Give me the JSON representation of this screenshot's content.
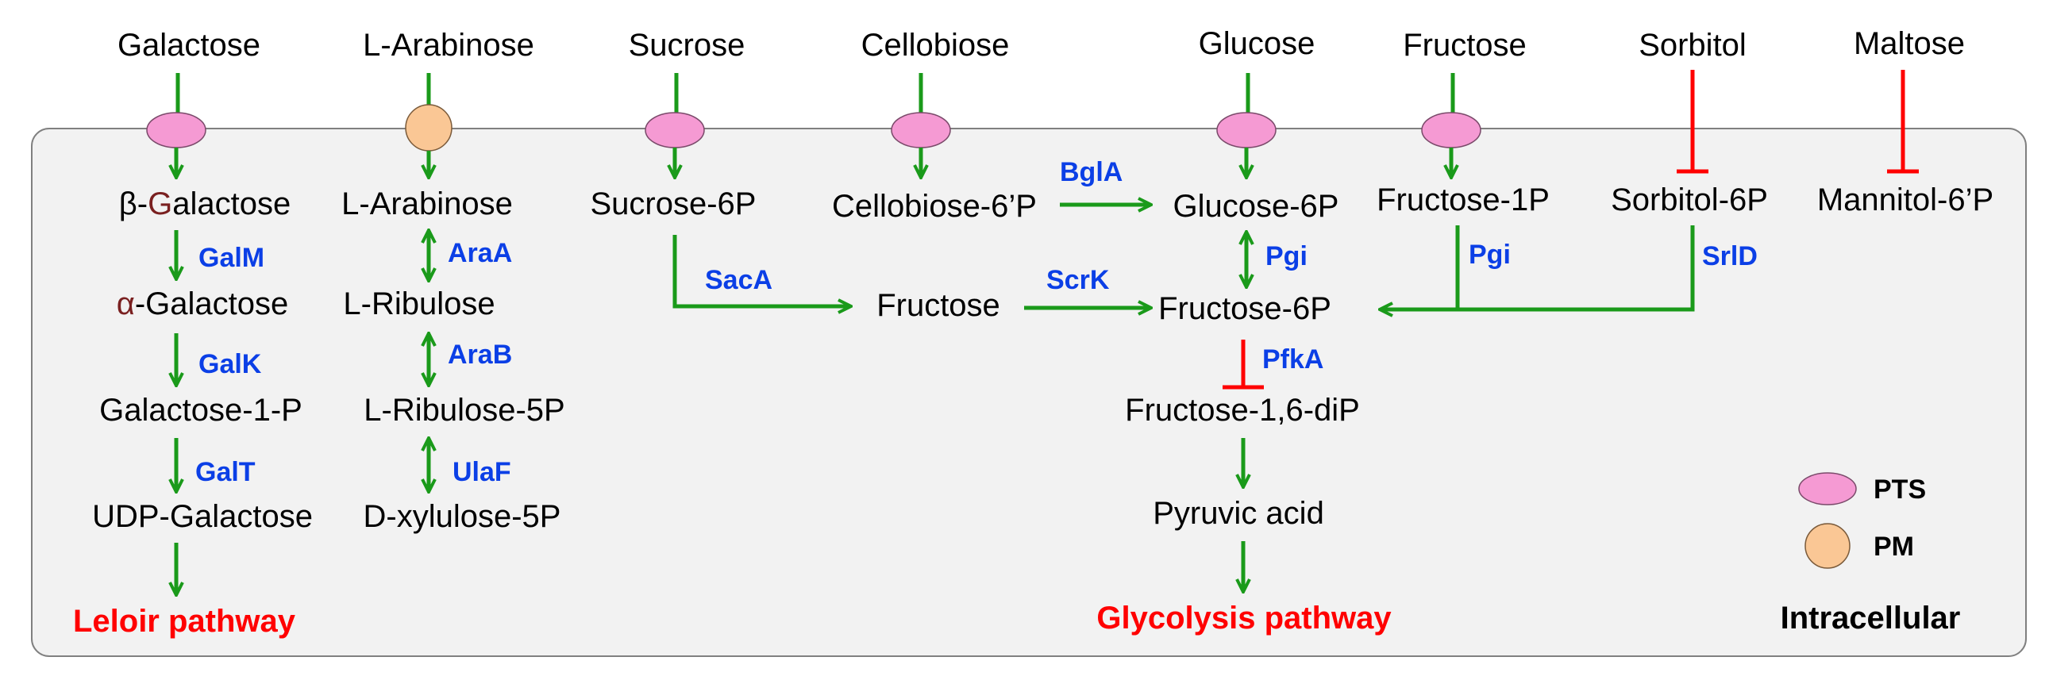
{
  "colors": {
    "metabolite": "#000000",
    "enzyme": "#0b3fe6",
    "pathway": "#ff0000",
    "activation_arrow": "#1a9a1a",
    "inhibition": "#ff0000",
    "pts": "#f59ad3",
    "pm": "#fac795",
    "cell_fill": "#f2f2f2"
  },
  "extracellular": {
    "galactose": "Galactose",
    "arabinose": "L-Arabinose",
    "sucrose": "Sucrose",
    "cellobiose": "Cellobiose",
    "glucose": "Glucose",
    "fructose": "Fructose",
    "sorbitol": "Sorbitol",
    "maltose": "Maltose"
  },
  "leloir": {
    "beta_prefix": "β-",
    "beta_g": "G",
    "beta_rest": "alactose",
    "alpha_prefix": "α",
    "alpha_rest": "-Galactose",
    "galactose_1p": "Galactose-1-P",
    "udp_galactose": "UDP-Galactose",
    "pathway_label": "Leloir pathway",
    "enzymes": [
      "GalM",
      "GalK",
      "GalT"
    ]
  },
  "arabinose_branch": {
    "l_arabinose": "L-Arabinose",
    "l_ribulose": "L-Ribulose",
    "l_ribulose_5p": "L-Ribulose-5P",
    "d_xylulose_5p": "D-xylulose-5P",
    "enzymes": [
      "AraA",
      "AraB",
      "UlaF"
    ]
  },
  "sucrose_branch": {
    "sucrose_6p": "Sucrose-6P",
    "fructose": "Fructose",
    "sac_enzyme": "SacA",
    "scr_enzyme": "ScrK"
  },
  "cellobiose_branch": {
    "cellobiose_6p": "Cellobiose-6’P",
    "enzyme": "BglA"
  },
  "glycolysis": {
    "glucose_6p": "Glucose-6P",
    "fructose_6p": "Fructose-6P",
    "fructose_16dip": "Fructose-1,6-diP",
    "pyruvic_acid": "Pyruvic acid",
    "pathway_label": "Glycolysis pathway",
    "pgi": "Pgi",
    "pfka": "PfkA"
  },
  "fructose_branch": {
    "fructose_1p": "Fructose-1P",
    "enzyme": "Pgi"
  },
  "sorbitol_branch": {
    "sorbitol_6p": "Sorbitol-6P",
    "enzyme": "SrlD"
  },
  "maltose_branch": {
    "mannitol_6p": "Mannitol-6’P"
  },
  "legend": {
    "pts": "PTS",
    "pm": "PM"
  },
  "compartment": {
    "label": "Intracellular"
  }
}
